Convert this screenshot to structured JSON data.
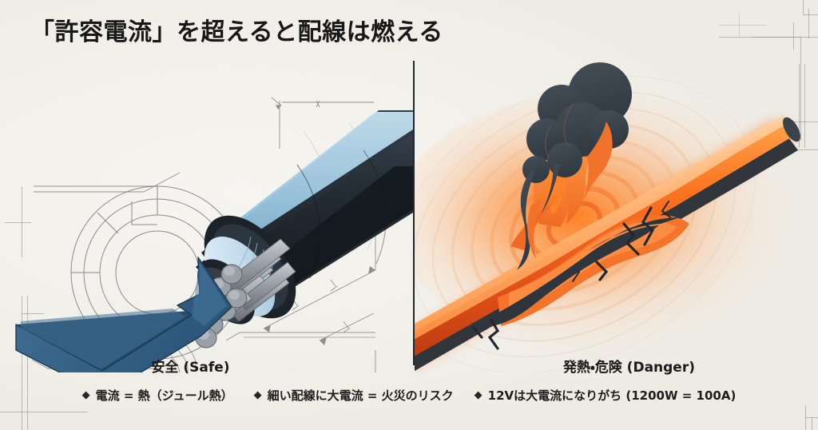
{
  "page": {
    "title": "「許容電流」を超えると配線は燃える",
    "background_color": "#f2f0ea",
    "title_color": "#181818"
  },
  "panels": [
    {
      "id": "safe",
      "label": "安全 (Safe)",
      "subject": "cutaway-cable-diagram",
      "colors": {
        "sheath_dark": "#1f252b",
        "sheath_navy": "#2f3d49",
        "highlight_blue": "#a9cfe5",
        "insulation_blue": "#cfe4f1",
        "conductor_gray": "#8d9299",
        "arrow_blue": "#2f6087"
      }
    },
    {
      "id": "danger",
      "label": "発熱・危険 (Danger)",
      "subject": "overheating-glowing-wire",
      "colors": {
        "glow_orange": "#ff6a00",
        "hot_orange": "#f4742a",
        "wire_dark": "#30363c",
        "smoke_gray": "#3b444c",
        "flame_orange": "#f0722b"
      }
    }
  ],
  "bullets": [
    {
      "marker": "diamond-bullet-icon",
      "glyph": "◆",
      "text": "電流 = 熱（ジュール熱）"
    },
    {
      "marker": "diamond-bullet-icon",
      "glyph": "◆",
      "text": "細い配線に大電流 = 火災のリスク"
    },
    {
      "marker": "diamond-bullet-icon",
      "glyph": "◆",
      "text": "12Vは大電流になりがち (1200W = 100A)"
    }
  ]
}
